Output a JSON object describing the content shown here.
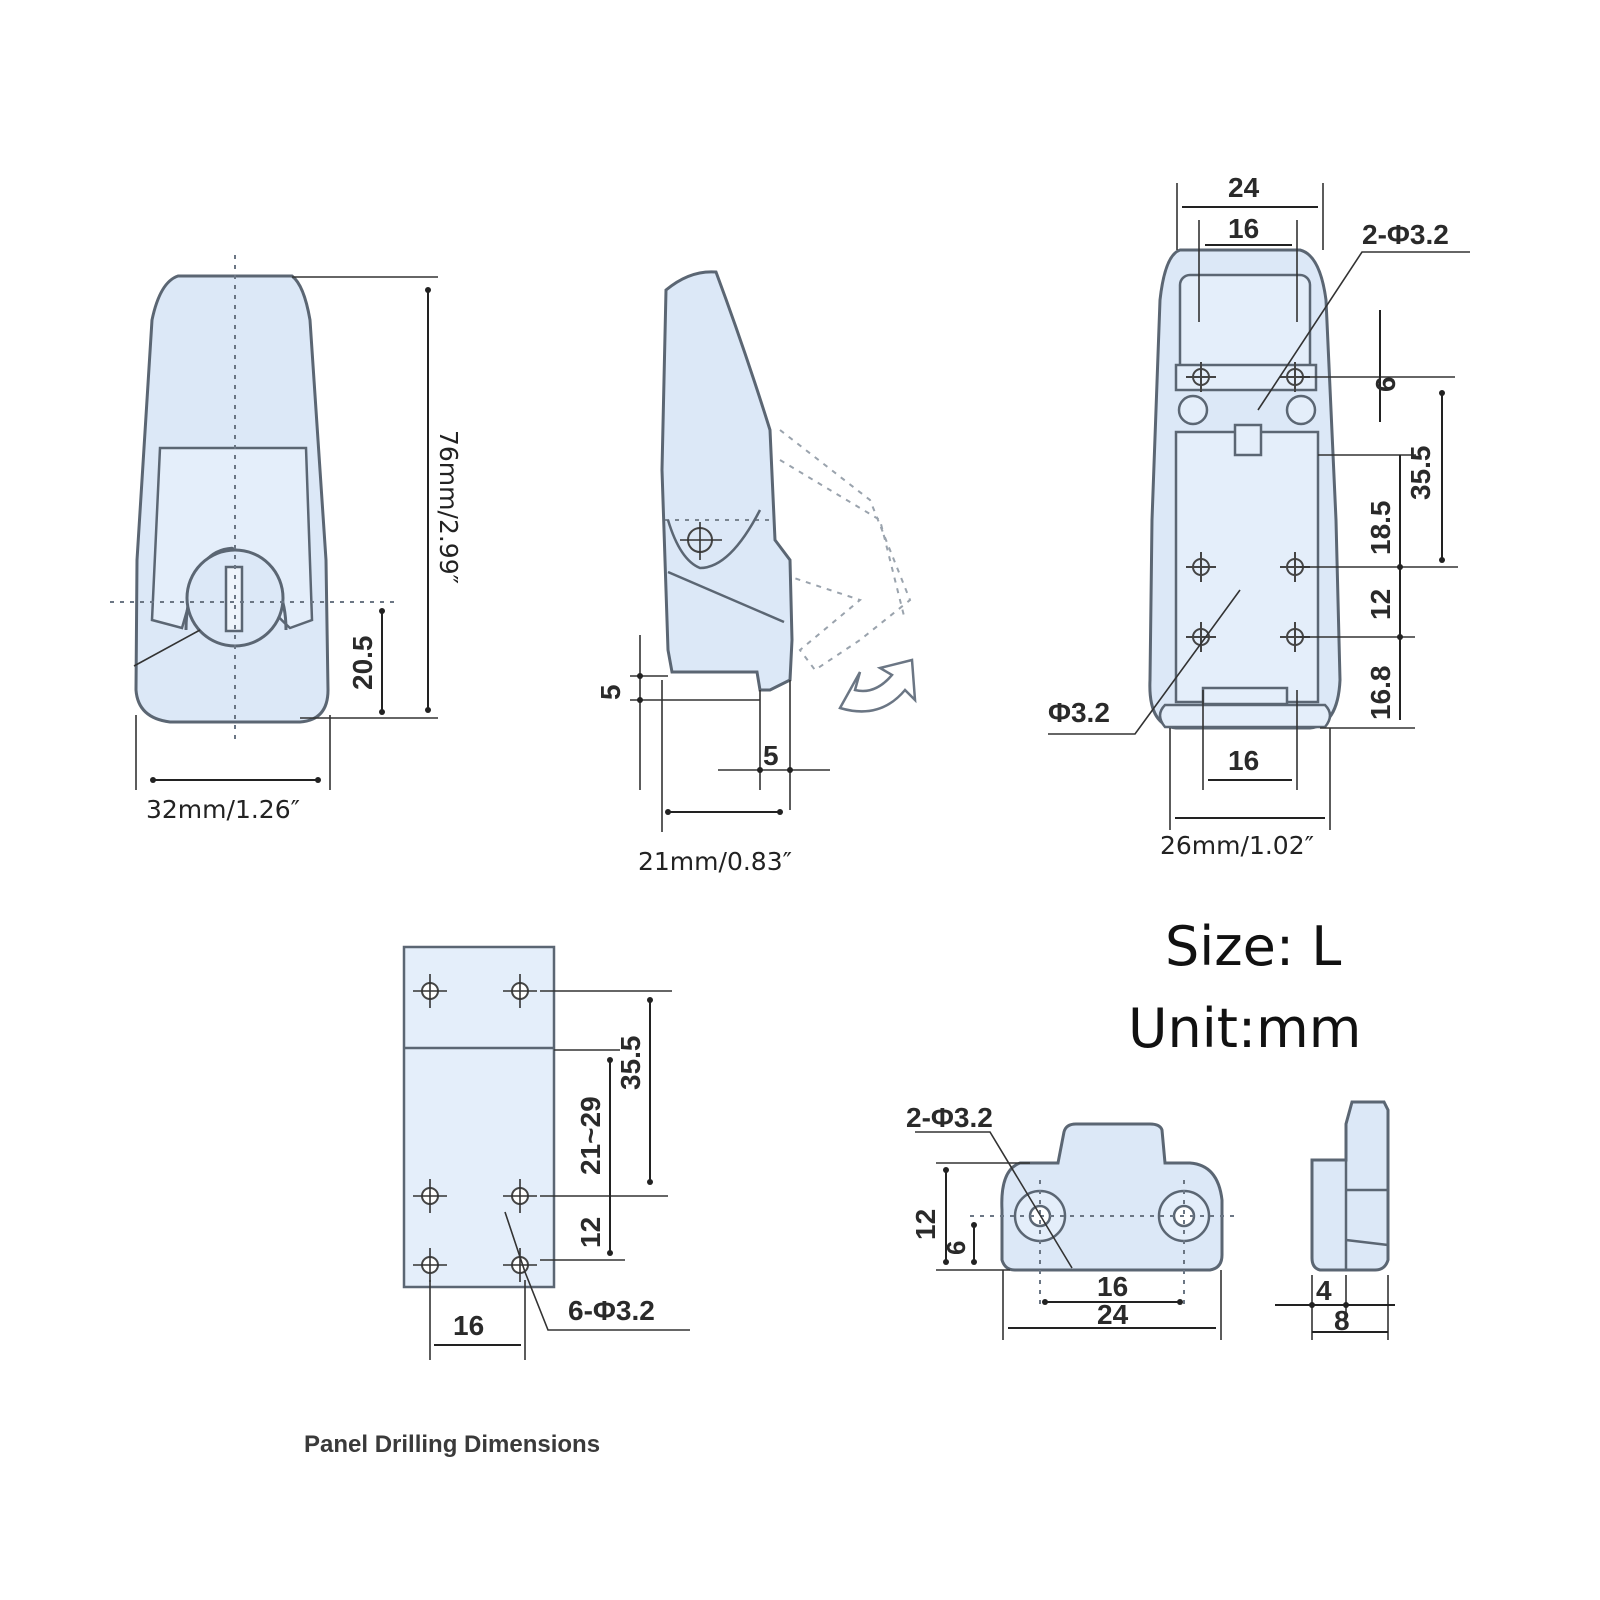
{
  "title": "Latch dimension drawing",
  "colors": {
    "part_fill": "#dce8f7",
    "outline": "#5b6673",
    "dimension_line": "#333333",
    "background": "#ffffff"
  },
  "front_view": {
    "height_label": "76mm/2.99″",
    "width_label": "32mm/1.26″",
    "keyhole_offset": "20.5"
  },
  "side_view": {
    "width_label": "21mm/0.83″",
    "step_height": "5",
    "step_width": "5",
    "rotation_arrow_icon": "rotate-arrow-icon"
  },
  "back_view": {
    "outer_hole_span": "24",
    "top_hole_span": "16",
    "top_hole_callout": "2-Φ3.2",
    "dim_6": "6",
    "dim_35_5": "35.5",
    "dim_18_5": "18.5",
    "dim_12": "12",
    "dim_16_8": "16.8",
    "bottom_hole_callout": "Φ3.2",
    "bottom_span": "16",
    "width_label": "26mm/1.02″"
  },
  "spec": {
    "size": "Size: L",
    "unit": "Unit:mm"
  },
  "panel_drilling": {
    "caption": "Panel Drilling Dimensions",
    "dim_35_5": "35.5",
    "dim_range": "21~29",
    "dim_12": "12",
    "hole_span": "16",
    "hole_callout": "6-Φ3.2"
  },
  "catch_plate": {
    "hole_callout": "2-Φ3.2",
    "height": "12",
    "hole_center_height": "6",
    "hole_span": "16",
    "width": "24",
    "side_step": "4",
    "side_depth": "8"
  }
}
